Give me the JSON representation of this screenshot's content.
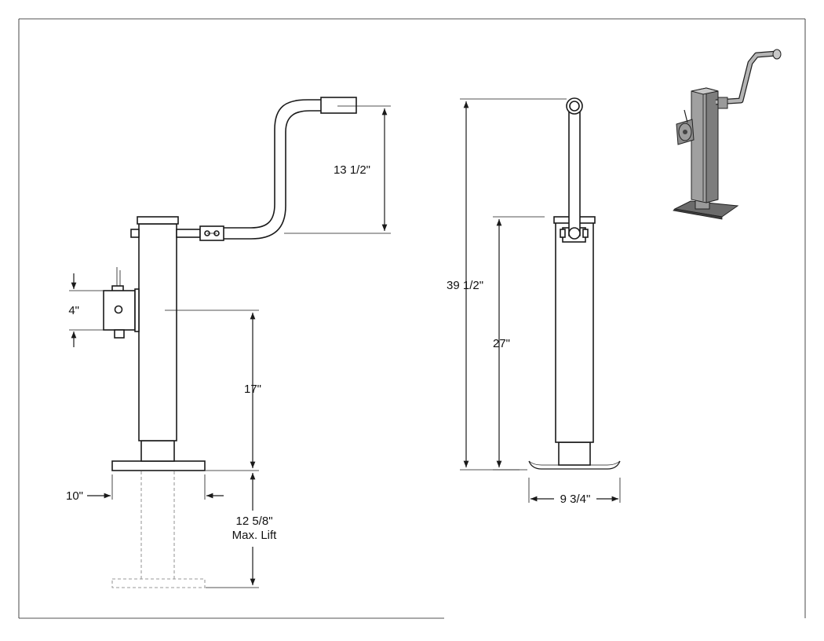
{
  "dimensions": {
    "handle_height": "13 1/2\"",
    "mount_height": "4\"",
    "lower_height": "17\"",
    "foot_width": "10\"",
    "max_lift_value": "12 5/8\"",
    "max_lift_label": "Max. Lift",
    "overall_height": "39 1/2\"",
    "body_height": "27\"",
    "side_foot_width": "9 3/4\""
  },
  "colors": {
    "line": "#1a1a1a",
    "hidden_line": "#9a9a9a",
    "iso_metal": "#8c8c8c"
  }
}
